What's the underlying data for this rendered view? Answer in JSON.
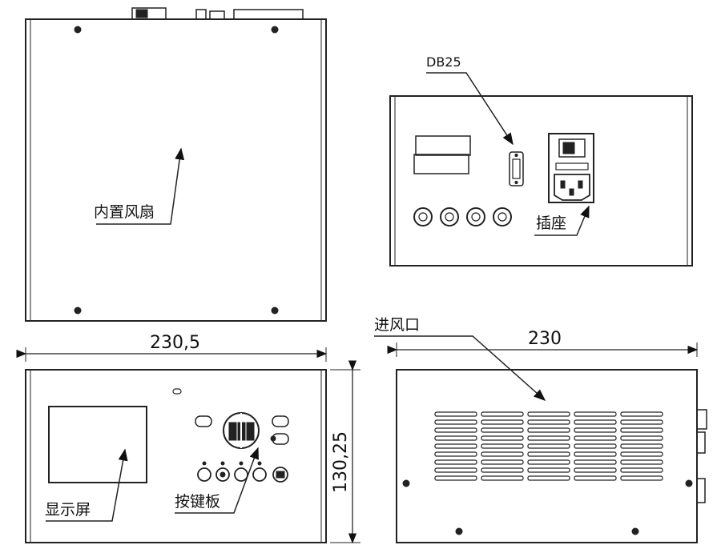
{
  "labels": {
    "fan": "内置风扇",
    "db25": "DB25",
    "socket": "插座",
    "vent": "进风口",
    "display": "显示屏",
    "keypad": "按键板"
  },
  "dimensions": {
    "front_width": "230,5",
    "front_height": "130,25",
    "side_width": "230"
  }
}
